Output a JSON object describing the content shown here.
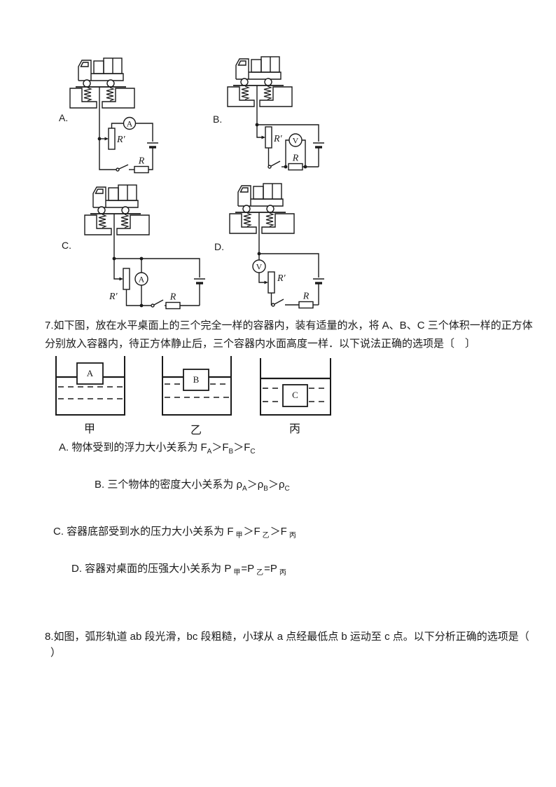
{
  "page": {
    "background": "#ffffff",
    "ink": "#1a1a1a"
  },
  "figures": {
    "circuits": {
      "a": {
        "label": "A.",
        "meter": "A",
        "rheostat": "R′",
        "resistor": "R"
      },
      "b": {
        "label": "B.",
        "meter": "V",
        "rheostat": "R′",
        "resistor": "R"
      },
      "c": {
        "label": "C.",
        "meter": "A",
        "rheostat": "R′",
        "resistor": "R"
      },
      "d": {
        "label": "D.",
        "meter": "V",
        "rheostat": "R′",
        "resistor": "R"
      }
    },
    "containers": {
      "jia": {
        "cube": "A",
        "caption": "甲"
      },
      "yi": {
        "cube": "B",
        "caption": "乙"
      },
      "bing": {
        "cube": "C",
        "caption": "丙"
      }
    }
  },
  "q7": {
    "line1": "7.如下图，放在水平桌面上的三个完全一样的容器内，装有适量的水，将 A、B、C 三个体积一样的正方体",
    "line2": "分别放入容器内，待正方体静止后，三个容器内水面高度一样．以下说法正确的选项是〔　〕"
  },
  "q7_options": {
    "a": {
      "p1": "A. 物体受到的浮力大小关系为 F",
      "s1": "A",
      "p2": "＞F",
      "s2": "B",
      "p3": "＞F",
      "s3": "C"
    },
    "b": {
      "p1": "B. 三个物体的密度大小关系为 ρ",
      "s1": "A",
      "p2": "＞ρ",
      "s2": "B",
      "p3": "＞ρ",
      "s3": "C"
    },
    "c": {
      "p1": "C. 容器底部受到水的压力大小关系为 F",
      "s1": "甲",
      "p2": "＞F",
      "s2": "乙",
      "p3": "＞F",
      "s3": "丙"
    },
    "d": {
      "p1": "D. 容器对桌面的压强大小关系为 P",
      "s1": "甲",
      "p2": "=P",
      "s2": "乙",
      "p3": "=P",
      "s3": "丙"
    }
  },
  "q8": {
    "line1": "8.如图，弧形轨道 ab 段光滑，bc 段粗糙，小球从 a 点经最低点 b 运动至 c 点。以下分析正确的选项是（",
    "line2": "）"
  }
}
